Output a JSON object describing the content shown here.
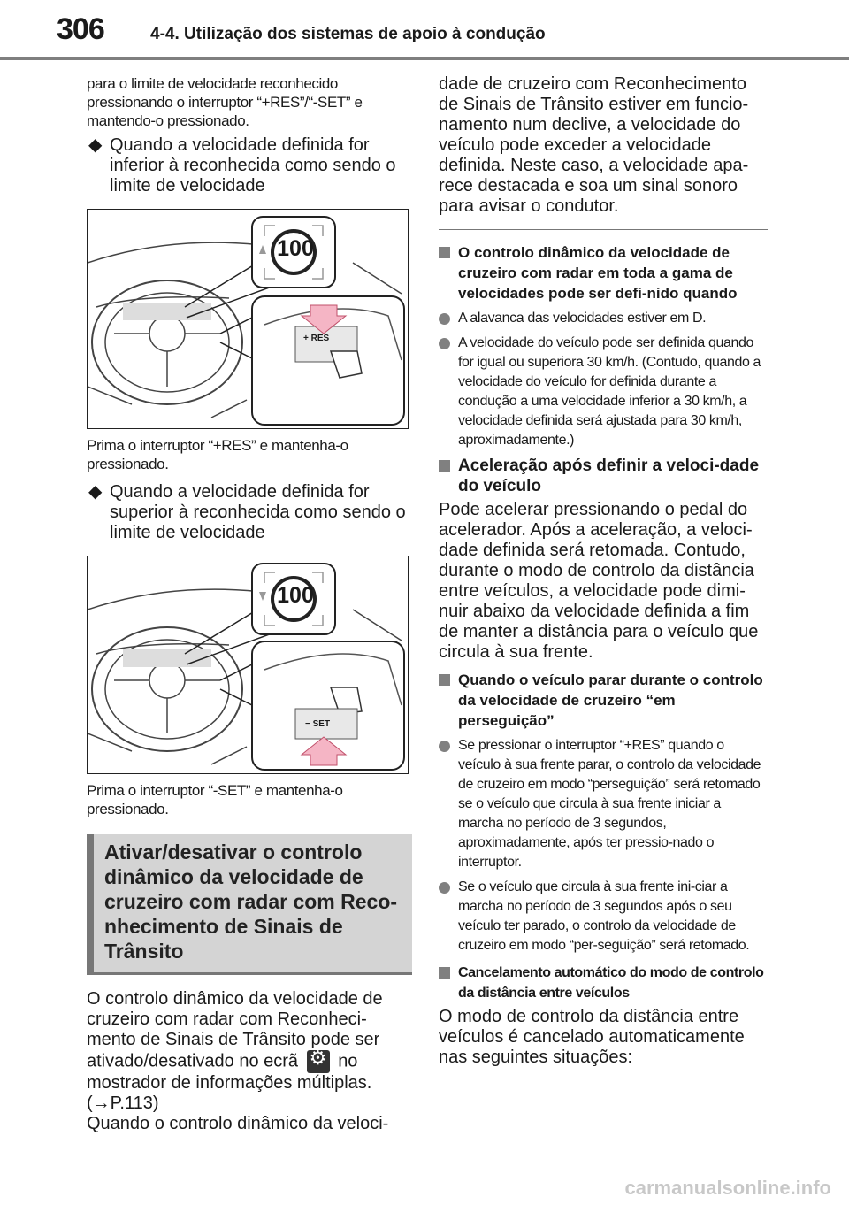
{
  "header": {
    "page_number": "306",
    "chapter": "4-4. Utilização dos sistemas de apoio à condução"
  },
  "left": {
    "intro": "para o limite de velocidade reconhecido pressionando o interruptor “+RES”/“-SET” e mantendo-o pressionado.",
    "bullet1": "Quando a velocidade definida for inferior à reconhecida como sendo o limite de velocidade",
    "fig1": {
      "sign": "100",
      "button": "+ RES"
    },
    "caption1": "Prima o interruptor “+RES” e mantenha-o pressionado.",
    "bullet2": "Quando a velocidade definida for superior à reconhecida como sendo o limite de velocidade",
    "fig2": {
      "sign": "100",
      "button": "− SET"
    },
    "caption2": "Prima o interruptor “-SET” e mantenha-o pressionado.",
    "box_title": "Ativar/desativar o controlo dinâmico da velocidade de cruzeiro com radar com Reco-nhecimento de Sinais de Trânsito",
    "para1_a": "O controlo dinâmico da velocidade de cruzeiro com radar com Reconheci-mento de Sinais de Trânsito pode ser ativado/desativado no ecrã",
    "para1_b": "no mostrador de informações múltiplas.",
    "para1_ref": "(→P.113)",
    "para2": "Quando o controlo dinâmico da veloci-"
  },
  "right": {
    "para_cont": "dade de cruzeiro com Reconhecimento de Sinais de Trânsito estiver em funcio-namento num declive, a velocidade do veículo pode exceder a velocidade definida. Neste caso, a velocidade apa-rece destacada e soa um sinal sonoro para avisar o condutor.",
    "sec1": "O controlo dinâmico da velocidade de cruzeiro com radar em toda a gama de velocidades pode ser defi-nido quando",
    "sec1_items": [
      "A alavanca das velocidades estiver em D.",
      "A velocidade do veículo pode ser definida quando for igual ou superiora 30 km/h. (Contudo, quando a velocidade do veículo for definida durante a condução a uma velocidade inferior a 30 km/h, a velocidade definida será ajustada para 30 km/h, aproximadamente.)"
    ],
    "sec2": "Aceleração após definir a veloci-dade do veículo",
    "sec2_text": "Pode acelerar pressionando o pedal do acelerador. Após a aceleração, a veloci-dade definida será retomada. Contudo, durante o modo de controlo da distância entre veículos, a velocidade pode dimi-nuir abaixo da velocidade definida a fim de manter a distância para o veículo que circula à sua frente.",
    "sec3": "Quando o veículo parar durante o controlo da velocidade de cruzeiro “em perseguição”",
    "sec3_items": [
      "Se pressionar o interruptor “+RES” quando o veículo à sua frente parar, o controlo da velocidade de cruzeiro em modo “perseguição” será retomado se o veículo que circula à sua frente iniciar a marcha no período de 3 segundos, aproximadamente, após ter pressio-nado o interruptor.",
      "Se o veículo que circula à sua frente ini-ciar a marcha no período de 3 segundos após o seu veículo ter parado, o controlo da velocidade de cruzeiro em modo “per-seguição” será retomado."
    ],
    "sec4": "Cancelamento automático do modo de controlo da distância entre veículos",
    "sec4_text": "O modo de controlo da distância entre veículos é cancelado automaticamente nas seguintes situações:"
  },
  "watermark": "carmanualsonline.info"
}
